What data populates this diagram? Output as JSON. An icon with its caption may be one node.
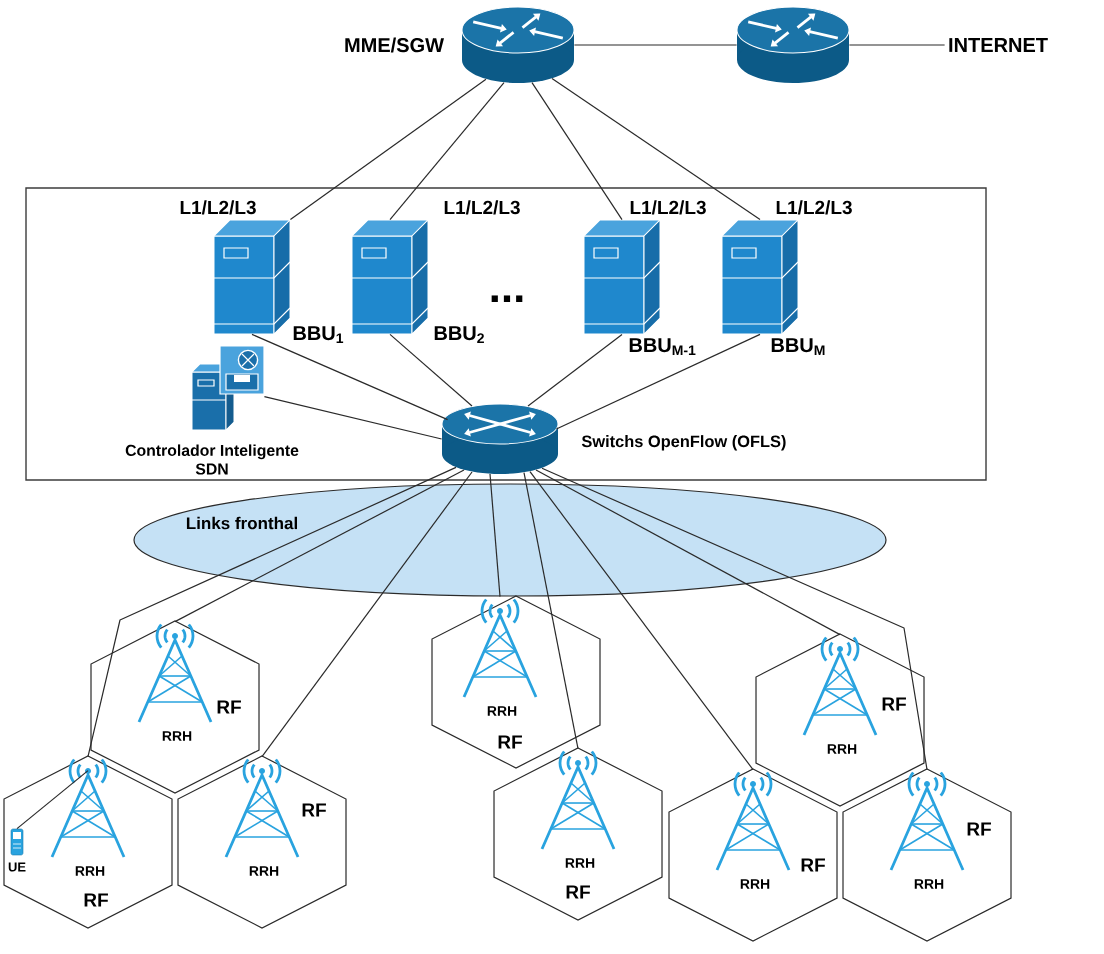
{
  "diagram": {
    "nodes": [
      {
        "text": [
          "MME/SGW"
        ]
      },
      {
        "text": [],
        "shape": "picture"
      },
      {
        "text": [
          "INTERNET"
        ]
      },
      {
        "text": [],
        "shape": "box"
      },
      {
        "text": [
          "L1/L2/L3",
          "BBU$_{1}$"
        ],
        "in": 3
      },
      {
        "text": [
          "L1/L2/L3",
          "BBU$_{2}$"
        ],
        "in": 3
      },
      {
        "text": [
          "L1/L2/L3",
          "BBU$_{M-1}$"
        ],
        "in": 3
      },
      {
        "text": [
          "L1/L2/L3",
          "BBU$_{M}$"
        ],
        "in": 3
      },
      {
        "text": [
          "Controlador Inteligente SDN"
        ],
        "in": 3
      },
      {
        "text": [
          "Switchs OpenFlow (OFLS)"
        ],
        "in": 3
      },
      {
        "text": [
          "RF"
        ]
      },
      {
        "text": [
          "RRH"
        ],
        "in": 10
      },
      {
        "text": [
          "RF"
        ]
      },
      {
        "text": [
          "RRH"
        ],
        "in": 12
      },
      {
        "text": [
          "RF"
        ]
      },
      {
        "text": [
          "RRH"
        ],
        "in": 14
      },
      {
        "text": [
          "RF"
        ]
      },
      {
        "text": [
          "RRH"
        ],
        "in": 16
      },
      {
        "text": [
          "UE"
        ],
        "in": 16
      },
      {
        "text": [
          "RF"
        ]
      },
      {
        "text": [
          "RRH"
        ],
        "in": 19
      },
      {
        "text": [
          "RF"
        ]
      },
      {
        "text": [
          "RRH"
        ],
        "in": 21
      },
      {
        "text": [
          "RF"
        ]
      },
      {
        "text": [
          "RRH"
        ],
        "in": 23
      },
      {
        "text": [
          "RF"
        ]
      },
      {
        "text": [
          "RRH"
        ],
        "in": 25
      }
    ],
    "edges": [
      {
        "from": 0,
        "to": 1,
        "arrow": "none"
      },
      {
        "from": 1,
        "to": 2,
        "arrow": "none"
      },
      {
        "from": 0,
        "to": 4,
        "arrow": "none"
      },
      {
        "from": 0,
        "to": 5,
        "arrow": "none"
      },
      {
        "from": 0,
        "to": 6,
        "arrow": "none"
      },
      {
        "from": 0,
        "to": 7,
        "arrow": "none"
      },
      {
        "from": 4,
        "to": 9,
        "arrow": "none"
      },
      {
        "from": 5,
        "to": 9,
        "arrow": "none"
      },
      {
        "from": 6,
        "to": 9,
        "arrow": "none"
      },
      {
        "from": 7,
        "to": 9,
        "arrow": "none"
      },
      {
        "from": 8,
        "to": 9,
        "arrow": "none"
      },
      {
        "from": 9,
        "to": 11,
        "arrow": "none"
      },
      {
        "from": 9,
        "to": 17,
        "arrow": "none"
      },
      {
        "from": 9,
        "to": 20,
        "arrow": "none"
      },
      {
        "from": 9,
        "to": 13,
        "arrow": "none"
      },
      {
        "from": 9,
        "to": 22,
        "arrow": "none"
      },
      {
        "from": 9,
        "to": 24,
        "arrow": "none"
      },
      {
        "from": 9,
        "to": 15,
        "arrow": "none"
      },
      {
        "from": 9,
        "to": 26,
        "arrow": "none"
      },
      {
        "from": 17,
        "to": 18,
        "arrow": "none"
      }
    ],
    "labels": [
      "...",
      "Links fronthal"
    ]
  }
}
